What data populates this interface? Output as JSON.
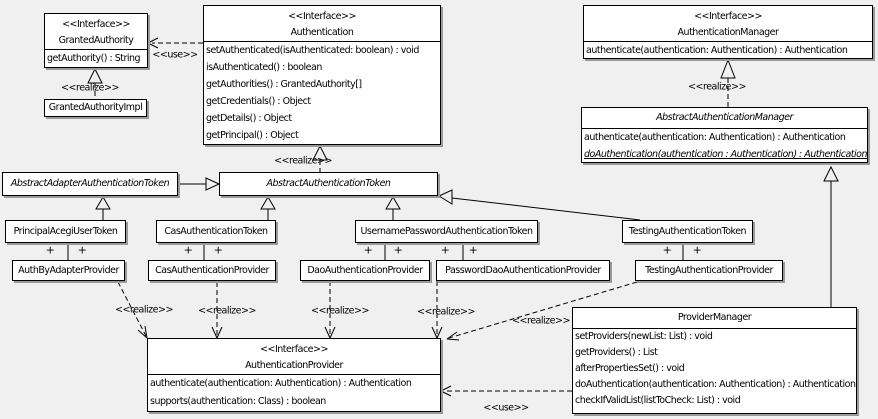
{
  "diagram": {
    "type": "uml-class-diagram",
    "subject": "Acegi / Spring Security authentication classes",
    "colors": {
      "background": "#f0f0f0",
      "box_fill": "#ffffff",
      "line": "#000000",
      "shadow": "#9a9a9a"
    },
    "edge_labels": {
      "use": "<<use>>",
      "realize": "<<realize>>",
      "plus": "+"
    },
    "classes": {
      "granted_authority": {
        "stereotype": "<<Interface>>",
        "name": "GrantedAuthority",
        "methods": [
          "getAuthority() : String"
        ]
      },
      "granted_authority_impl": {
        "name": "GrantedAuthorityImpl"
      },
      "authentication": {
        "stereotype": "<<Interface>>",
        "name": "Authentication",
        "methods": [
          "setAuthenticated(isAuthenticated: boolean) : void",
          "isAuthenticated() : boolean",
          "getAuthorities() : GrantedAuthority[]",
          "getCredentials() : Object",
          "getDetails() : Object",
          "getPrincipal() : Object"
        ]
      },
      "authentication_manager": {
        "stereotype": "<<Interface>>",
        "name": "AuthenticationManager",
        "methods": [
          "authenticate(authentication: Authentication) : Authentication"
        ]
      },
      "abstract_authentication_manager": {
        "name": "AbstractAuthenticationManager",
        "methods": [
          "authenticate(authentication: Authentication) : Authentication",
          "doAuthentication(authentication : Authentication) : Authentication"
        ]
      },
      "abstract_adapter_authentication_token": {
        "name": "AbstractAdapterAuthenticationToken"
      },
      "abstract_authentication_token": {
        "name": "AbstractAuthenticationToken"
      },
      "principal_acegi_user_token": {
        "name": "PrincipalAcegiUserToken"
      },
      "cas_authentication_token": {
        "name": "CasAuthenticationToken"
      },
      "username_password_authentication_token": {
        "name": "UsernamePasswordAuthenticationToken"
      },
      "testing_authentication_token": {
        "name": "TestingAuthenticationToken"
      },
      "auth_by_adapter_provider": {
        "name": "AuthByAdapterProvider"
      },
      "cas_authentication_provider": {
        "name": "CasAuthenticationProvider"
      },
      "dao_authentication_provider": {
        "name": "DaoAuthenticationProvider"
      },
      "password_dao_authentication_provider": {
        "name": "PasswordDaoAuthenticationProvider"
      },
      "testing_authentication_provider": {
        "name": "TestingAuthenticationProvider"
      },
      "authentication_provider": {
        "stereotype": "<<Interface>>",
        "name": "AuthenticationProvider",
        "methods": [
          "authenticate(authentication: Authentication) : Authentication",
          "supports(authentication: Class) : boolean"
        ]
      },
      "provider_manager": {
        "name": "ProviderManager",
        "methods": [
          "setProviders(newList: List) : void",
          "getProviders() : List",
          "afterPropertiesSet() : void",
          "doAuthentication(authentication: Authentication) : Authentication",
          "checkIfValidList(listToCheck: List) : void"
        ]
      }
    },
    "relationships": [
      {
        "from": "GrantedAuthorityImpl",
        "to": "GrantedAuthority",
        "type": "realize"
      },
      {
        "from": "Authentication",
        "to": "GrantedAuthority",
        "type": "use"
      },
      {
        "from": "AbstractAuthenticationToken",
        "to": "Authentication",
        "type": "realize"
      },
      {
        "from": "AbstractAuthenticationManager",
        "to": "AuthenticationManager",
        "type": "realize"
      },
      {
        "from": "AbstractAdapterAuthenticationToken",
        "to": "AbstractAuthenticationToken",
        "type": "generalization"
      },
      {
        "from": "PrincipalAcegiUserToken",
        "to": "AbstractAdapterAuthenticationToken",
        "type": "generalization"
      },
      {
        "from": "CasAuthenticationToken",
        "to": "AbstractAuthenticationToken",
        "type": "generalization"
      },
      {
        "from": "UsernamePasswordAuthenticationToken",
        "to": "AbstractAuthenticationToken",
        "type": "generalization"
      },
      {
        "from": "TestingAuthenticationToken",
        "to": "AbstractAuthenticationToken",
        "type": "generalization"
      },
      {
        "from": "PrincipalAcegiUserToken",
        "to": "AuthByAdapterProvider",
        "type": "association",
        "end_labels": [
          "+",
          "+"
        ]
      },
      {
        "from": "CasAuthenticationToken",
        "to": "CasAuthenticationProvider",
        "type": "association",
        "end_labels": [
          "+",
          "+"
        ]
      },
      {
        "from": "UsernamePasswordAuthenticationToken",
        "to": "DaoAuthenticationProvider",
        "type": "association",
        "end_labels": [
          "+",
          "+"
        ]
      },
      {
        "from": "UsernamePasswordAuthenticationToken",
        "to": "PasswordDaoAuthenticationProvider",
        "type": "association",
        "end_labels": [
          "+",
          "+"
        ]
      },
      {
        "from": "TestingAuthenticationToken",
        "to": "TestingAuthenticationProvider",
        "type": "association",
        "end_labels": [
          "+",
          "+"
        ]
      },
      {
        "from": "AuthByAdapterProvider",
        "to": "AuthenticationProvider",
        "type": "realize"
      },
      {
        "from": "CasAuthenticationProvider",
        "to": "AuthenticationProvider",
        "type": "realize"
      },
      {
        "from": "DaoAuthenticationProvider",
        "to": "AuthenticationProvider",
        "type": "realize"
      },
      {
        "from": "PasswordDaoAuthenticationProvider",
        "to": "AuthenticationProvider",
        "type": "realize"
      },
      {
        "from": "TestingAuthenticationProvider",
        "to": "AuthenticationProvider",
        "type": "realize"
      },
      {
        "from": "ProviderManager",
        "to": "AbstractAuthenticationManager",
        "type": "generalization"
      },
      {
        "from": "ProviderManager",
        "to": "AuthenticationProvider",
        "type": "use"
      }
    ]
  }
}
